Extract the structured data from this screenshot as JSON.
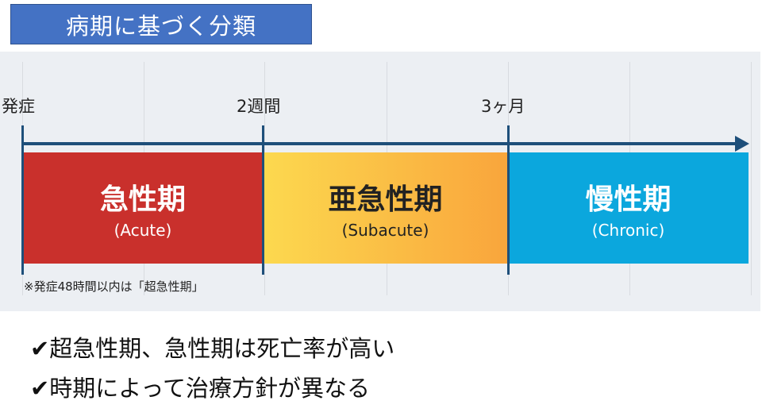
{
  "title": "病期に基づく分類",
  "timeline": {
    "markers": [
      "発症",
      "2週間",
      "3ヶ月"
    ],
    "phases": [
      {
        "name": "急性期",
        "english": "(Acute)",
        "color": "#c9302c"
      },
      {
        "name": "亜急性期",
        "english": "(Subacute)",
        "color": "#f9b33f"
      },
      {
        "name": "慢性期",
        "english": "(Chronic)",
        "color": "#0ba7dd"
      }
    ],
    "note": "※発症48時間以内は「超急性期」"
  },
  "bullets": [
    "✔超急性期、急性期は死亡率が高い",
    "✔時期によって治療方針が異なる"
  ]
}
